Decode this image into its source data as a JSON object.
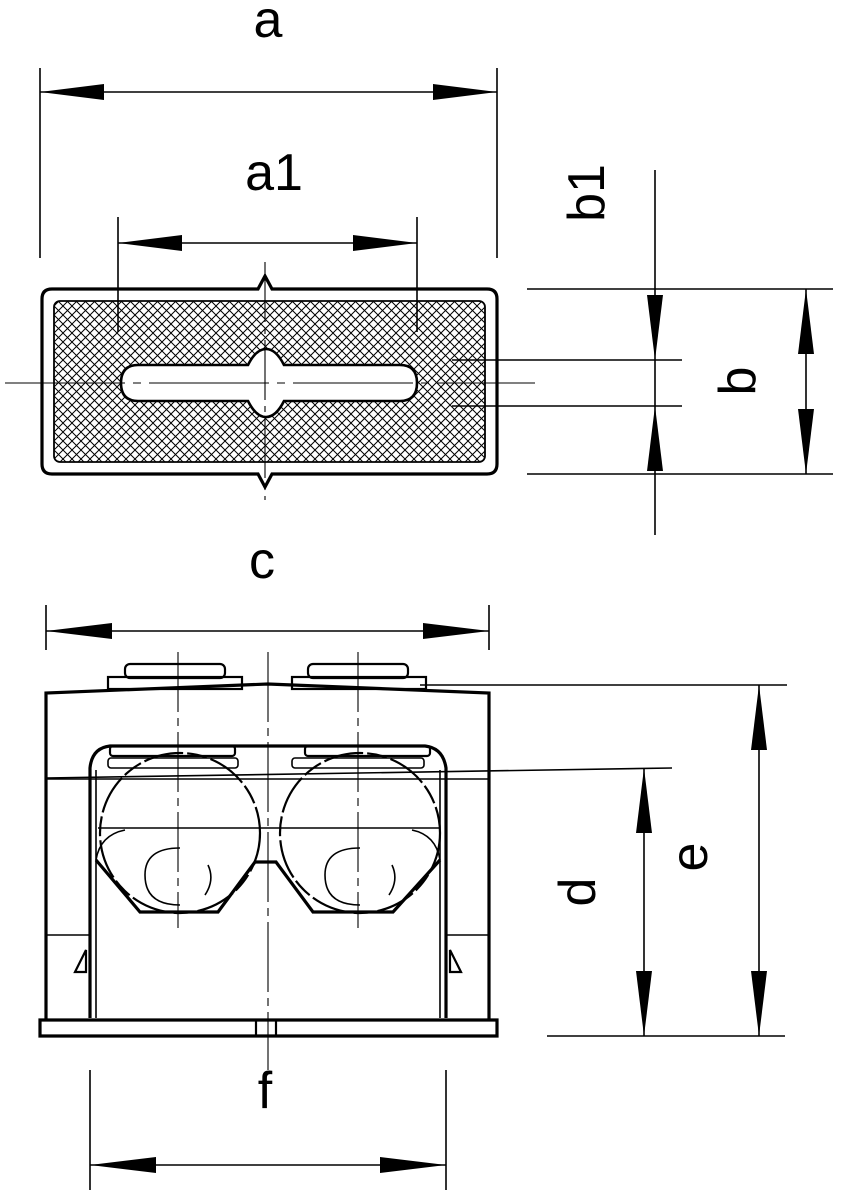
{
  "dimension_labels": {
    "a": "a",
    "a1": "a1",
    "b": "b",
    "b1": "b1",
    "c": "c",
    "d": "d",
    "e": "e",
    "f": "f"
  }
}
